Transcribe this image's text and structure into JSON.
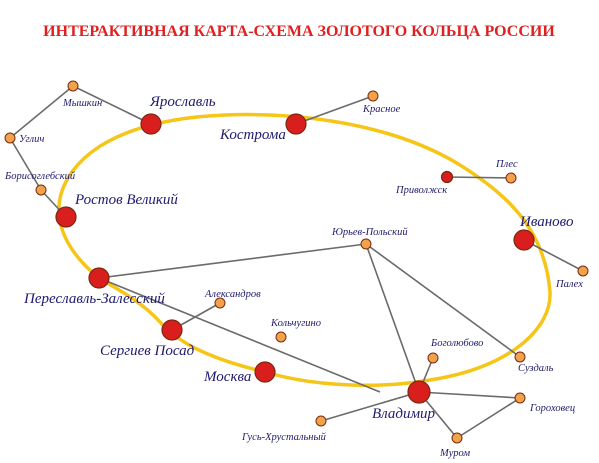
{
  "title": "ИНТЕРАКТИВНАЯ КАРТА-СХЕМА ЗОЛОТОГО КОЛЬЦА РОССИИ",
  "colors": {
    "title": "#e02020",
    "ring": "#f5c518",
    "road": "#6b6b6b",
    "major_city": "#d91e1e",
    "minor_city": "#f2a24a",
    "node_outline": "#7a2a10",
    "label": "#1f1a6e"
  },
  "cities": {
    "yaroslavl": "Ярославль",
    "kostroma": "Кострома",
    "rostov": "Ростов Великий",
    "ivanovo": "Иваново",
    "pereslavl": "Переславль-Залесский",
    "sergiev_posad": "Сергиев Посад",
    "moskva": "Москва",
    "vladimir": "Владимир",
    "privolzhsk": "Приволжск",
    "myshkin": "Мышкин",
    "uglich": "Углич",
    "borisoglebsky": "Борисоглебский",
    "krasnoe": "Красное",
    "ples": "Плес",
    "palekh": "Палех",
    "yuryev_polsky": "Юрьев-Польский",
    "aleksandrov": "Александров",
    "kolchugino": "Кольчугино",
    "bogolyubovo": "Боголюбово",
    "suzdal": "Суздаль",
    "gorokhovets": "Гороховец",
    "murom": "Муром",
    "gus_khrustalny": "Гусь-Хрустальный"
  }
}
